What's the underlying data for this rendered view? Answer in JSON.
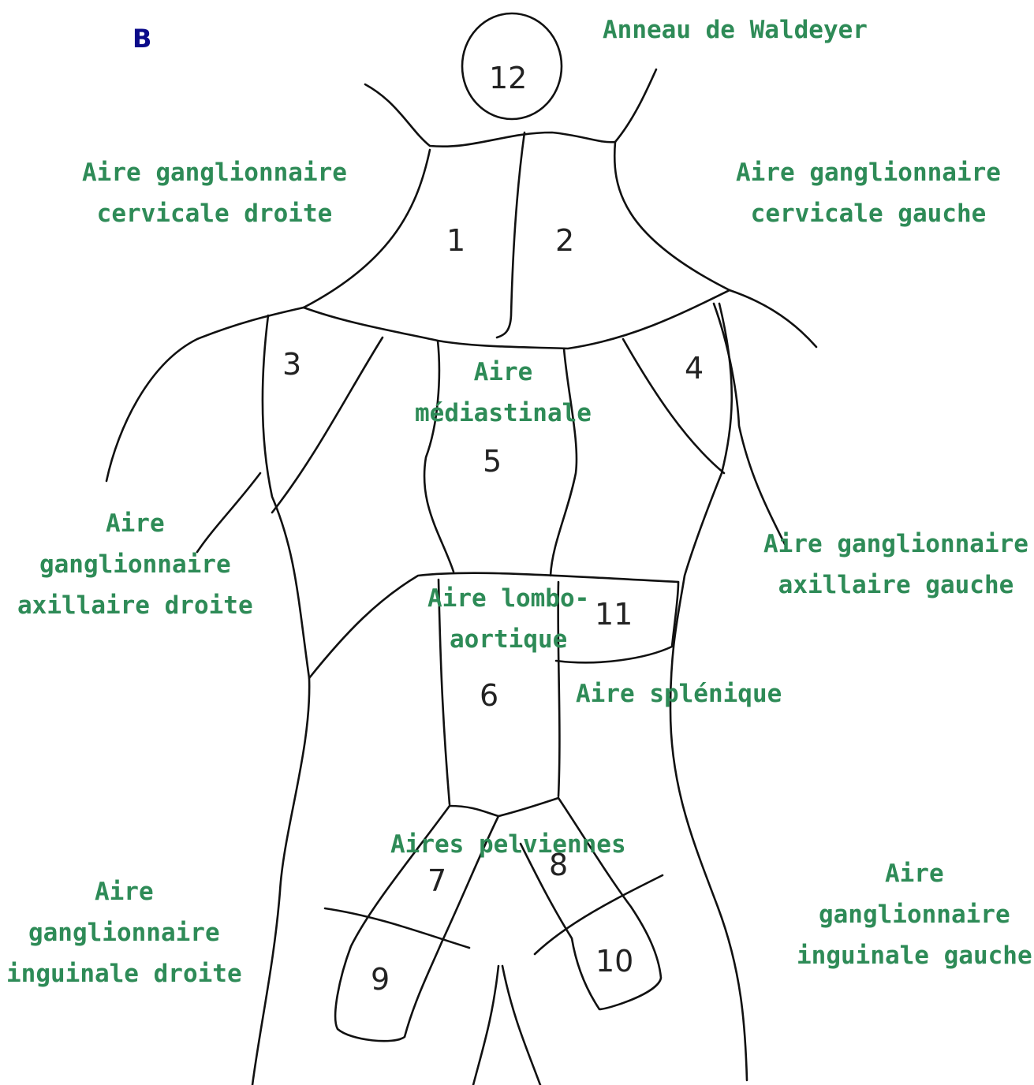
{
  "panel_letter": "B",
  "region_numbers": {
    "n1": "1",
    "n2": "2",
    "n3": "3",
    "n4": "4",
    "n5": "5",
    "n6": "6",
    "n7": "7",
    "n8": "8",
    "n9": "9",
    "n10": "10",
    "n11": "11",
    "n12": "12"
  },
  "labels": {
    "waldeyer": "Anneau de Waldeyer",
    "cervical_right": [
      "Aire ganglionnaire",
      "cervicale droite"
    ],
    "cervical_left": [
      "Aire ganglionnaire",
      "cervicale gauche"
    ],
    "mediastinal": [
      "Aire",
      "médiastinale"
    ],
    "axillary_right": [
      "Aire",
      "ganglionnaire",
      "axillaire droite"
    ],
    "axillary_left": [
      "Aire ganglionnaire",
      "axillaire gauche"
    ],
    "lumbo_aortic": [
      "Aire lombo-",
      "aortique"
    ],
    "splenic": "Aire splénique",
    "pelvic": "Aires pelviennes",
    "inguinal_right": [
      "Aire",
      "ganglionnaire",
      "inguinale droite"
    ],
    "inguinal_left": [
      "Aire",
      "ganglionnaire",
      "inguinale gauche"
    ]
  },
  "colors": {
    "label": "#2e8b57",
    "letter": "#0b0b8a",
    "outline": "#111111"
  }
}
